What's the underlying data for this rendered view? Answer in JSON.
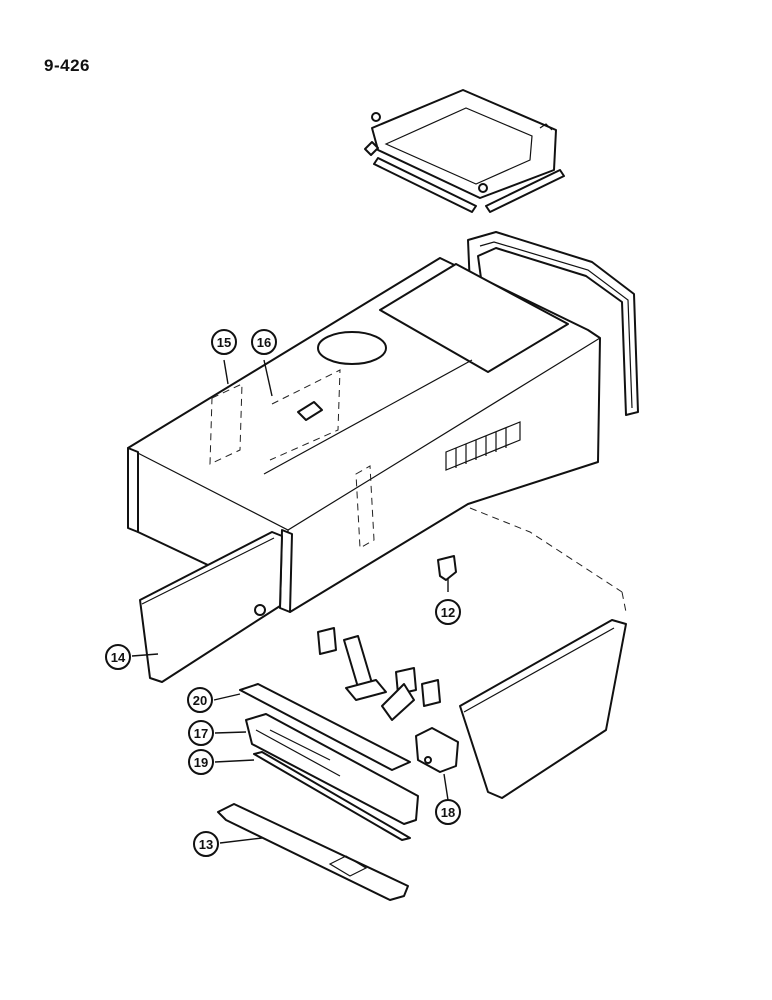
{
  "page_number": "9-426",
  "callouts": [
    {
      "id": "c12",
      "label": "12",
      "part": "bracket"
    },
    {
      "id": "c13",
      "label": "13",
      "part": "lower-bar"
    },
    {
      "id": "c14",
      "label": "14",
      "part": "left-side-panel"
    },
    {
      "id": "c15",
      "label": "15",
      "part": "hood-insulation"
    },
    {
      "id": "c16",
      "label": "16",
      "part": "hood-seal"
    },
    {
      "id": "c17",
      "label": "17",
      "part": "support-channel"
    },
    {
      "id": "c18",
      "label": "18",
      "part": "mount-bracket"
    },
    {
      "id": "c19",
      "label": "19",
      "part": "strip"
    },
    {
      "id": "c20",
      "label": "20",
      "part": "pad"
    }
  ]
}
